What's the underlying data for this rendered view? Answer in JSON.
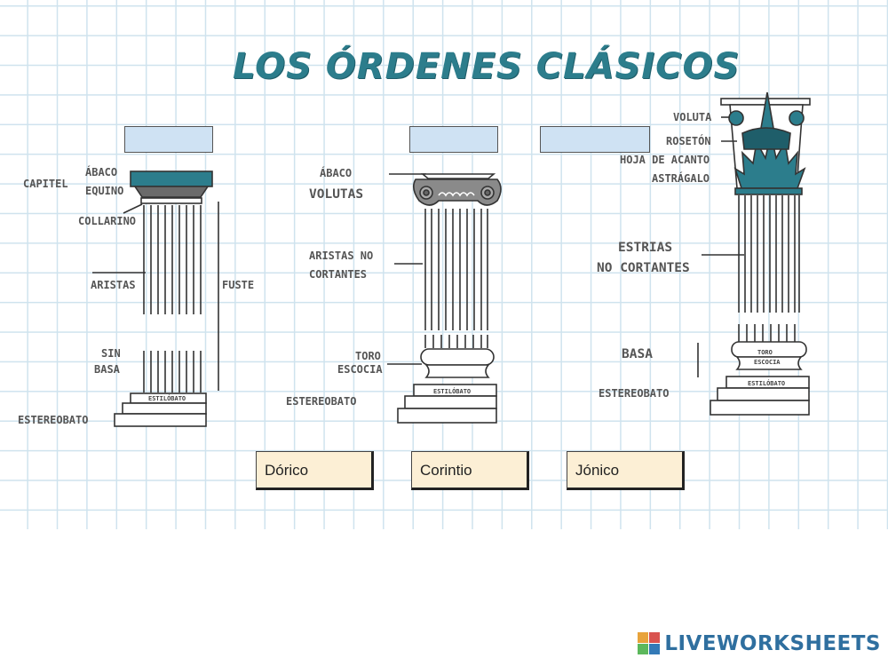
{
  "title": "LOS ÓRDENES CLÁSICOS",
  "doric_labels": {
    "capitel": "CAPITEL",
    "abaco": "ÁBACO",
    "equino": "EQUINO",
    "collarino": "COLLARINO",
    "aristas": "ARISTAS",
    "fuste": "FUSTE",
    "sin": "SIN",
    "basa": "BASA",
    "estilobato": "ESTILÓBATO",
    "estereobato": "ESTEREOBATO"
  },
  "ionic_labels": {
    "abaco": "ÁBACO",
    "volutas": "VOLUTAS",
    "aristas_no": "ARISTAS NO",
    "cortantes": "CORTANTES",
    "toro": "TORO",
    "escocia": "ESCOCIA",
    "estereobato": "ESTEREOBATO",
    "estilobato": "ESTILÓBATO"
  },
  "corinth_labels": {
    "voluta": "VOLUTA",
    "roseton": "ROSETÓN",
    "hoja": "HOJA DE ACANTO",
    "astragalo": "ASTRÁGALO",
    "estrias": "ESTRIAS",
    "no_cortantes": "NO CORTANTES",
    "basa": "BASA",
    "toro": "TORO",
    "escocia": "ESCOCIA",
    "estilobato": "ESTILÓBATO",
    "estereobato": "ESTEREOBATO"
  },
  "answer_cards": [
    "Dórico",
    "Corintio",
    "Jónico"
  ],
  "brand": "LIVEWORKSHEETS",
  "colors": {
    "accent": "#2c7d8c",
    "card_bg": "#fcefd5",
    "dropbox_bg": "#cfe2f3",
    "brand": "#2f6f9f"
  }
}
